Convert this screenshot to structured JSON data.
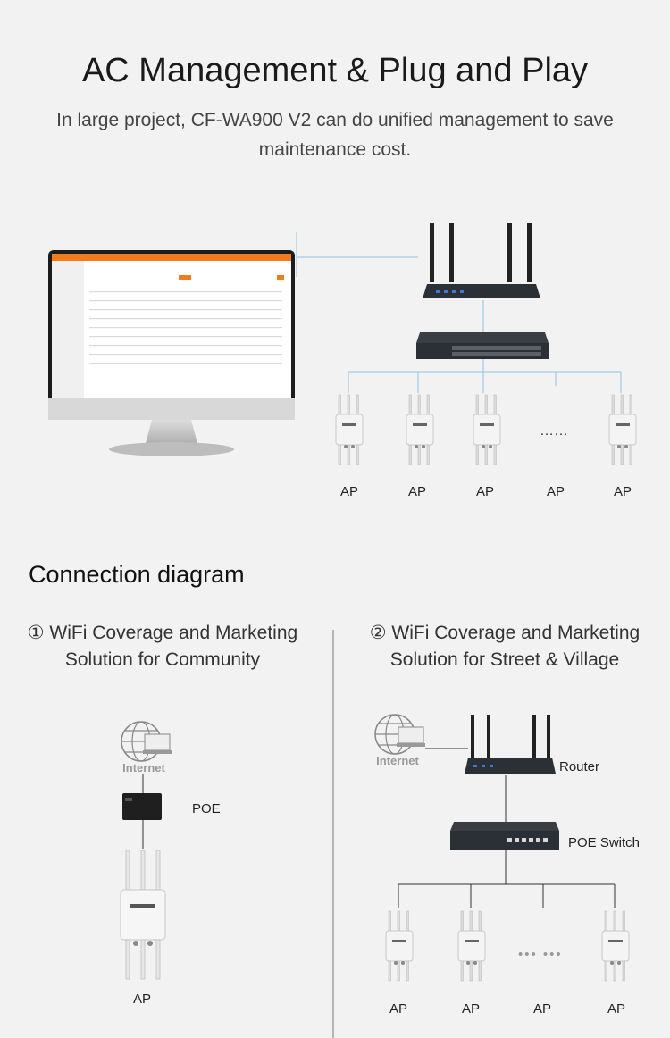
{
  "header": {
    "title": "AC Management & Plug and Play",
    "subtitle": "In large project, CF-WA900 V2 can do unified management to save maintenance cost."
  },
  "top_diagram": {
    "ap_labels": [
      "AP",
      "AP",
      "AP",
      "AP",
      "AP"
    ],
    "ellipsis": "……"
  },
  "section": {
    "title": "Connection diagram"
  },
  "community": {
    "title_line1": "① WiFi Coverage and Marketing",
    "title_line2": "Solution for Community",
    "internet_label": "Internet",
    "poe_label": "POE",
    "ap_label": "AP"
  },
  "street": {
    "title_line1": "② WiFi Coverage and Marketing",
    "title_line2": "Solution for Street & Village",
    "internet_label": "Internet",
    "router_label": "Router",
    "switch_label": "POE Switch",
    "ap_labels": [
      "AP",
      "AP",
      "AP",
      "AP"
    ],
    "ellipsis": "••• •••"
  },
  "colors": {
    "accent": "#f07c1e",
    "line_blue": "#8fc3e6",
    "device": "#2b2f36"
  }
}
